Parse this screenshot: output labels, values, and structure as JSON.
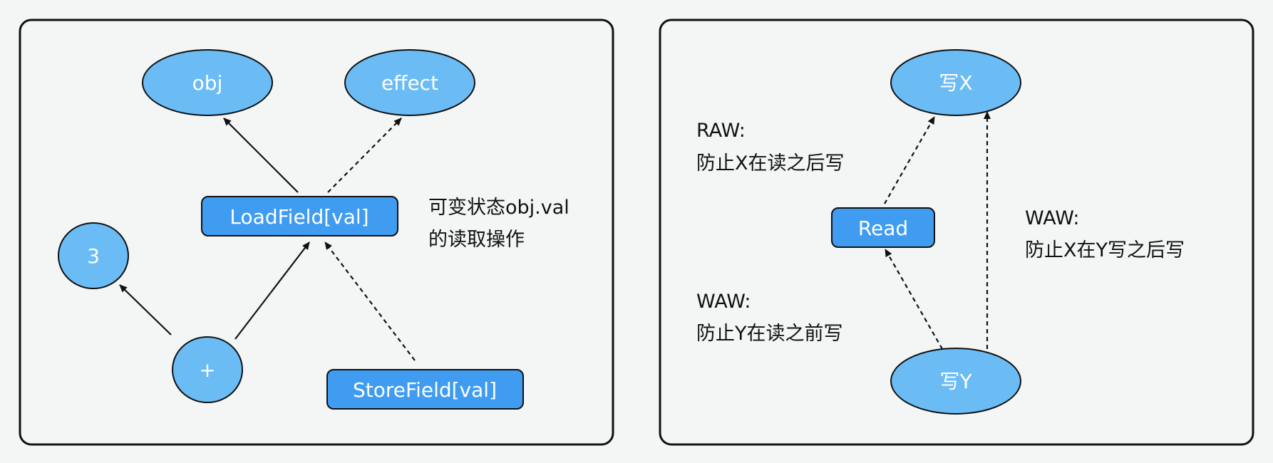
{
  "colors": {
    "background": "#f4f6f6",
    "panel_border": "#111111",
    "ellipse_fill": "#6bbcf5",
    "box_fill": "#3f9cf0",
    "node_stroke": "#111111",
    "node_text": "#ffffff",
    "edge": "#111111",
    "note_text": "#111111"
  },
  "left": {
    "nodes": {
      "obj": "obj",
      "effect": "effect",
      "load": "LoadField[val]",
      "three": "3",
      "plus": "+",
      "store": "StoreField[val]"
    },
    "note": {
      "line1": "可变状态obj.val",
      "line2": "的读取操作"
    }
  },
  "right": {
    "nodes": {
      "writex": "写X",
      "read": "Read",
      "writey": "写Y"
    },
    "notes": {
      "raw": {
        "line1": "RAW:",
        "line2": "防止X在读之后写"
      },
      "waw_top": {
        "line1": "WAW:",
        "line2": "防止X在Y写之后写"
      },
      "waw_left": {
        "line1": "WAW:",
        "line2": "防止Y在读之前写"
      }
    }
  }
}
